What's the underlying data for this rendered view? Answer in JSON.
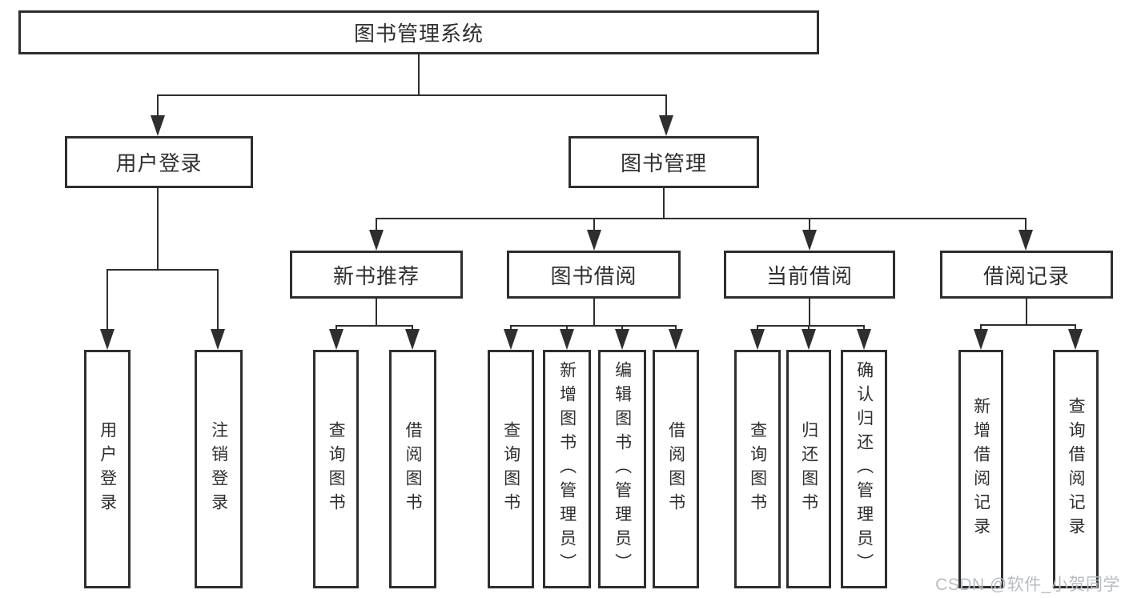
{
  "colors": {
    "line": "#2e2e2e",
    "text": "#2f2f2f",
    "watermark": "#b9bdc2",
    "background": "#ffffff"
  },
  "tree": {
    "root": {
      "label": "图书管理系统"
    },
    "level2": {
      "user_login": {
        "label": "用户登录"
      },
      "book_management": {
        "label": "图书管理"
      }
    },
    "level3": {
      "new_book_recommend": {
        "label": "新书推荐"
      },
      "book_borrowing": {
        "label": "图书借阅"
      },
      "current_borrowing": {
        "label": "当前借阅"
      },
      "borrowing_records": {
        "label": "借阅记录"
      }
    },
    "leaves": {
      "login": {
        "label": "用户登录"
      },
      "logout": {
        "label": "注销登录"
      },
      "nbr_query_books": {
        "label": "查询图书"
      },
      "nbr_borrow_books": {
        "label": "借阅图书"
      },
      "bb_query_books": {
        "label": "查询图书"
      },
      "bb_add_books": {
        "label": "新增图书（管理员）"
      },
      "bb_edit_books": {
        "label": "编辑图书（管理员）"
      },
      "bb_borrow_books": {
        "label": "借阅图书"
      },
      "cb_query_books": {
        "label": "查询图书"
      },
      "cb_return_books": {
        "label": "归还图书"
      },
      "cb_confirm_return": {
        "label": "确认归还（管理员）"
      },
      "br_add_record": {
        "label": "新增借阅记录"
      },
      "br_query_record": {
        "label": "查询借阅记录"
      }
    }
  },
  "watermark": {
    "text": "CSDN @软件_小贺同学"
  }
}
